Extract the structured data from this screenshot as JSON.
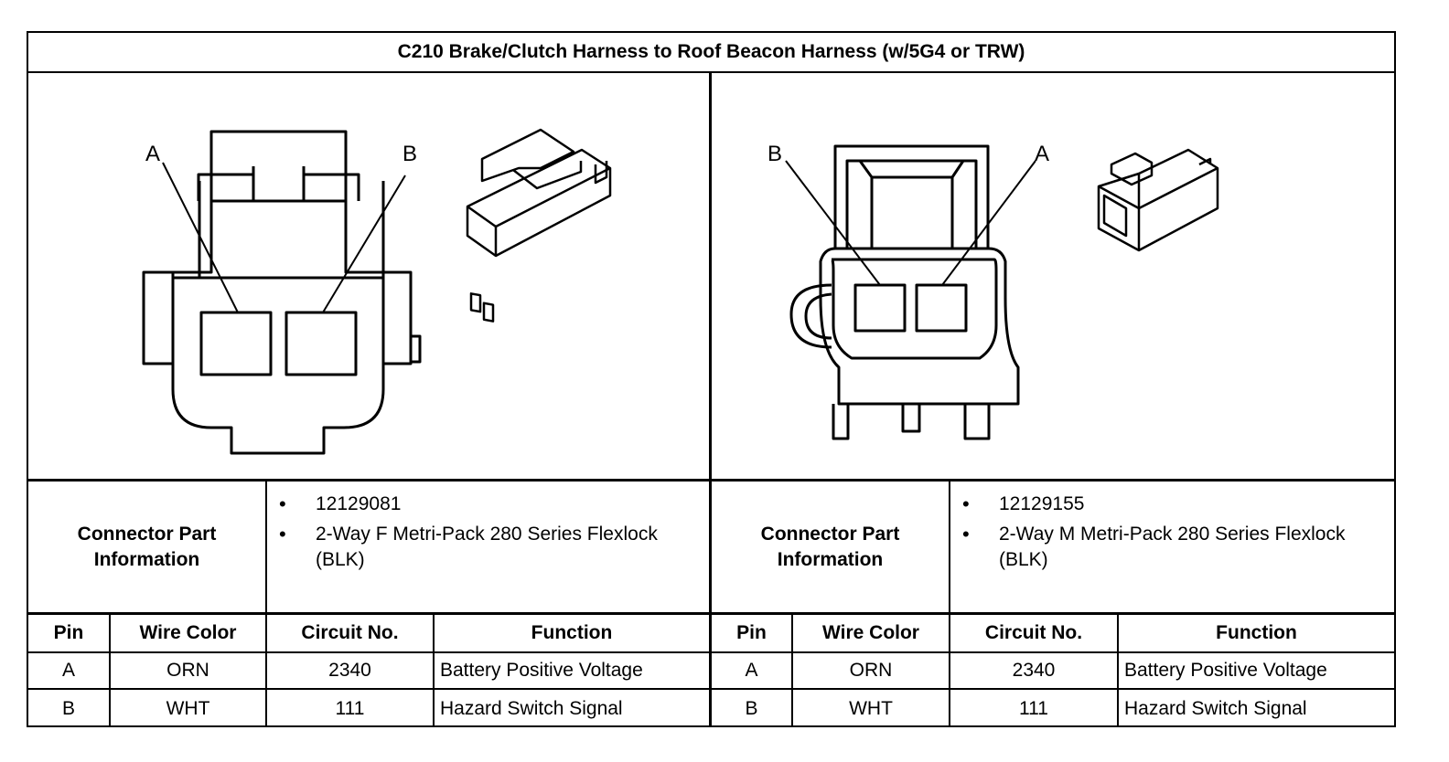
{
  "title": "C210 Brake/Clutch Harness to Roof Beacon Harness (w/5G4 or TRW)",
  "left_connector": {
    "labels": [
      "A",
      "B"
    ],
    "info_label": "Connector Part Information",
    "info_items": [
      "12129081",
      "2-Way F Metri-Pack 280 Series Flexlock (BLK)"
    ],
    "headers": [
      "Pin",
      "Wire Color",
      "Circuit No.",
      "Function"
    ],
    "rows": [
      [
        "A",
        "ORN",
        "2340",
        "Battery Positive Voltage"
      ],
      [
        "B",
        "WHT",
        "111",
        "Hazard Switch Signal"
      ]
    ]
  },
  "right_connector": {
    "labels": [
      "B",
      "A"
    ],
    "info_label": "Connector Part Information",
    "info_items": [
      "12129155",
      "2-Way M Metri-Pack 280 Series Flexlock (BLK)"
    ],
    "headers": [
      "Pin",
      "Wire Color",
      "Circuit No.",
      "Function"
    ],
    "rows": [
      [
        "A",
        "ORN",
        "2340",
        "Battery Positive Voltage"
      ],
      [
        "B",
        "WHT",
        "111",
        "Hazard Switch Signal"
      ]
    ]
  }
}
